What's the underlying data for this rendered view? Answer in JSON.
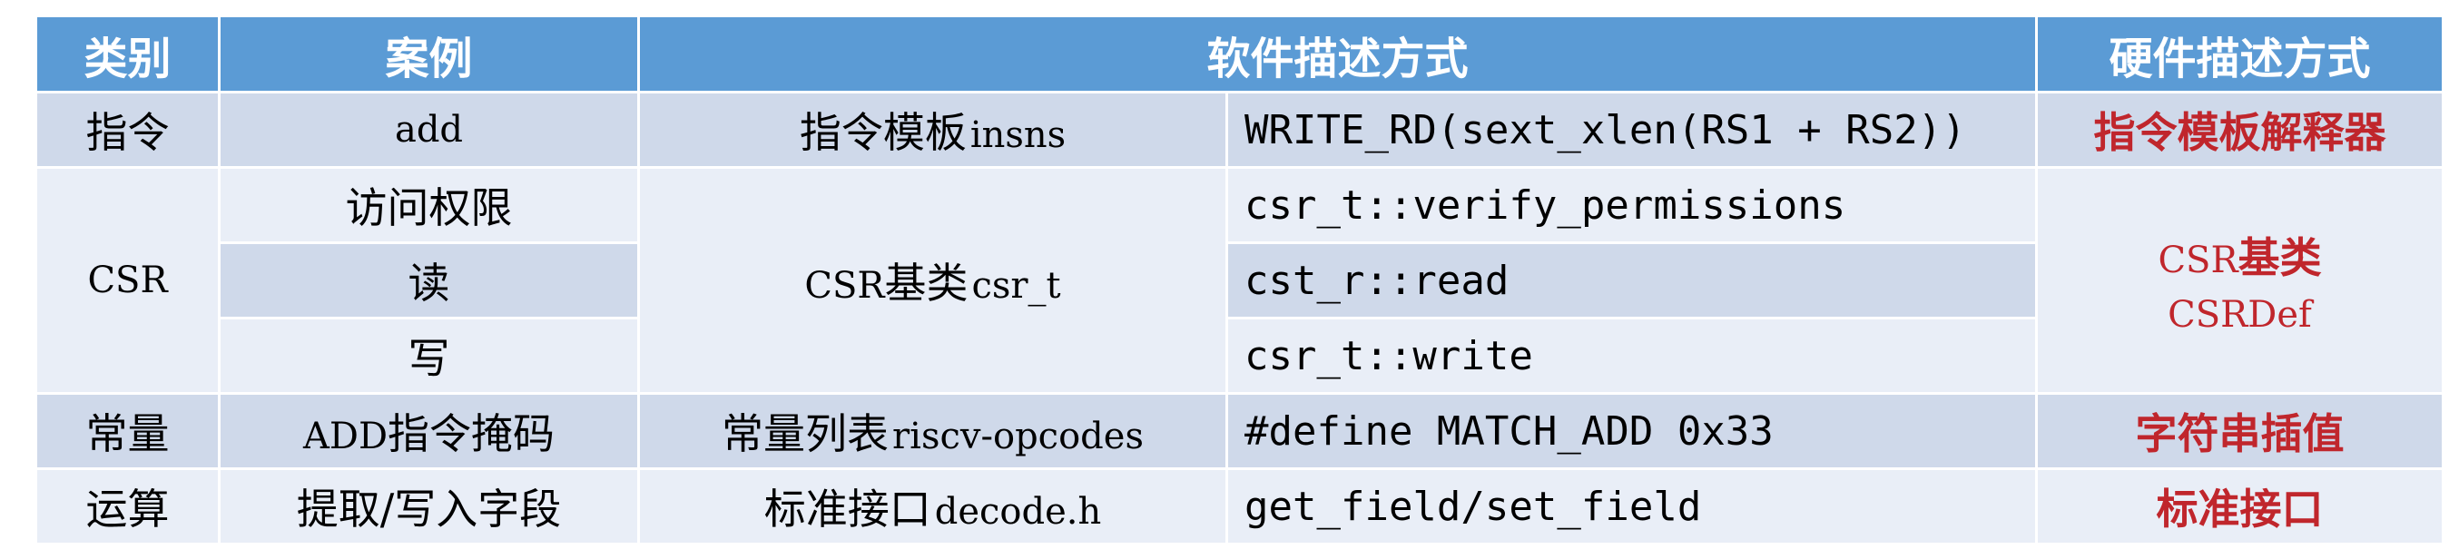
{
  "header": {
    "category": "类别",
    "case": "案例",
    "software": "软件描述方式",
    "hardware": "硬件描述方式"
  },
  "rows": {
    "instr": {
      "category": "指令",
      "case": "add",
      "sw_name": "指令模板",
      "sw_code": "insns",
      "sw_example": "WRITE_RD(sext_xlen(RS1 + RS2))",
      "hw": "指令模板解释器"
    },
    "csr": {
      "category": "CSR",
      "case_1": "访问权限",
      "case_2": "读",
      "case_3": "写",
      "sw_name_prefix": "CSR",
      "sw_name": "基类",
      "sw_code": "csr_t",
      "sw_example_1": "csr_t::verify_permissions",
      "sw_example_2": "cst_r::read",
      "sw_example_3": "csr_t::write",
      "hw_prefix": "CSR",
      "hw_name": "基类",
      "hw_code": "CSRDef"
    },
    "const": {
      "category": "常量",
      "case_prefix": "ADD",
      "case_name": "指令掩码",
      "sw_name": "常量列表",
      "sw_code": "riscv-opcodes",
      "sw_example": "#define MATCH_ADD 0x33",
      "hw": "字符串插值"
    },
    "op": {
      "category": "运算",
      "case": "提取/写入字段",
      "sw_name": "标准接口",
      "sw_code": "decode.h",
      "sw_example": "get_field/set_field",
      "hw": "标准接口"
    }
  },
  "colors": {
    "header_bg": "#5b9bd5",
    "row_dark": "#cfd9ea",
    "row_light": "#e9eef7",
    "accent_red": "#c0262c"
  }
}
